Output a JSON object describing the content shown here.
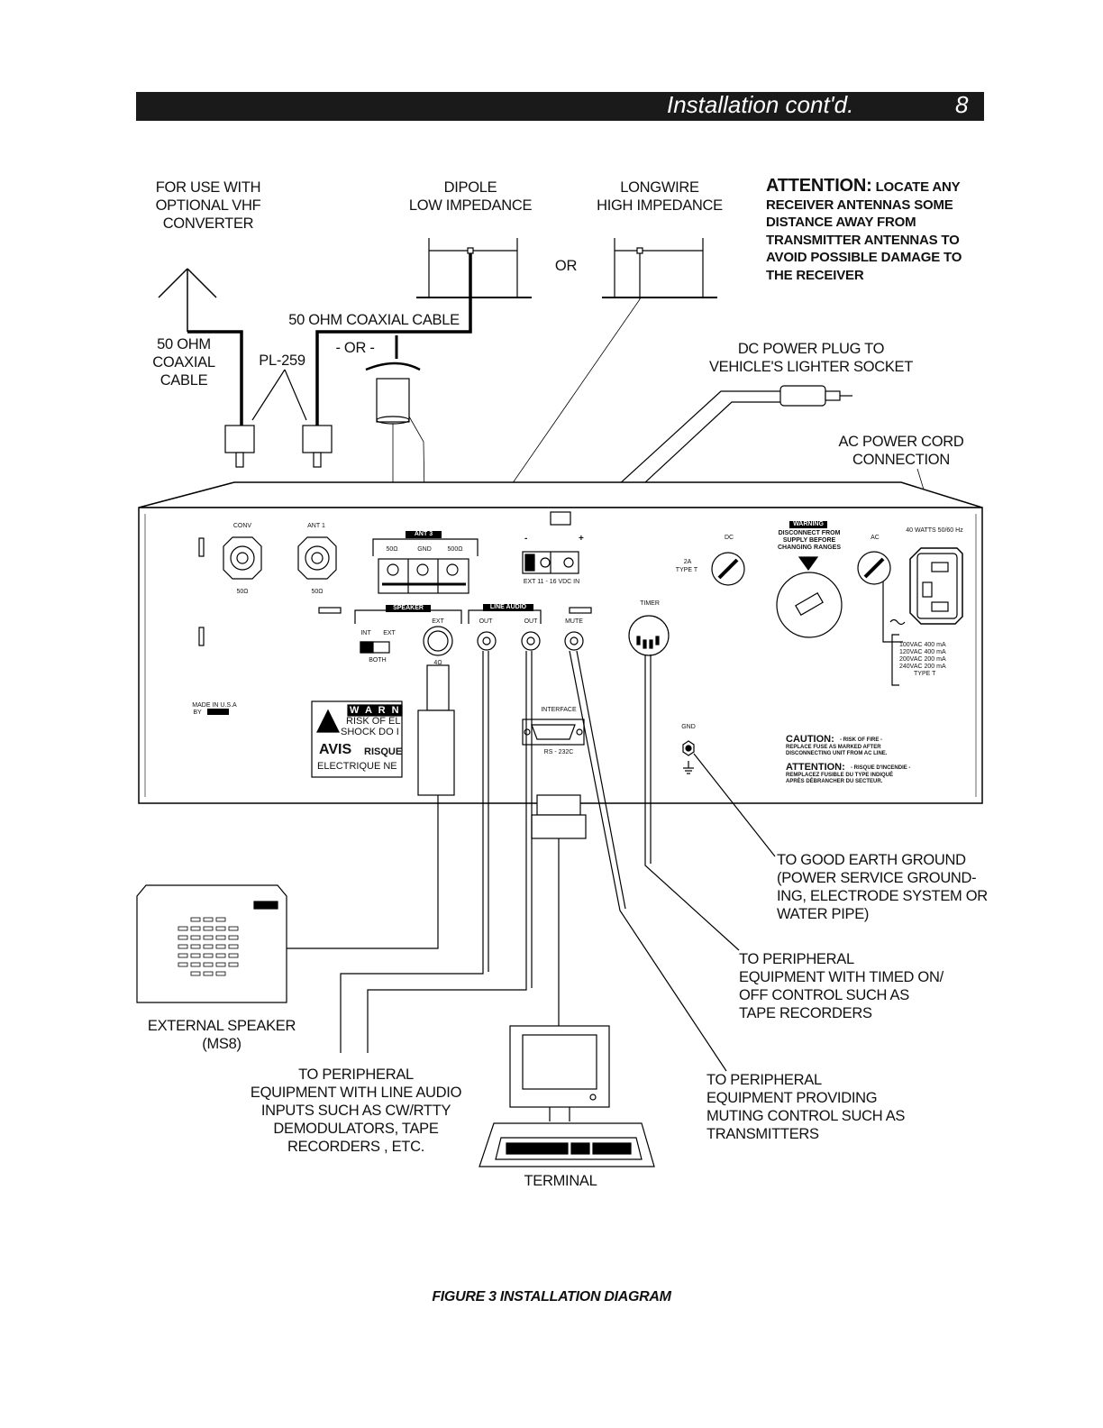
{
  "header": {
    "title": "Installation cont'd.",
    "page_number": "8"
  },
  "antenna_labels": {
    "vhf": [
      "FOR USE WITH",
      "OPTIONAL VHF",
      "CONVERTER"
    ],
    "dipole": [
      "DIPOLE",
      "LOW IMPEDANCE"
    ],
    "or_between": "OR",
    "longwire": [
      "LONGWIRE",
      "HIGH IMPEDANCE"
    ],
    "coax_50_upper": "50 OHM COAXIAL CABLE",
    "or_dash": "- OR -",
    "coax_50_left": [
      "50 OHM",
      "COAXIAL",
      "CABLE"
    ],
    "pl259": "PL-259"
  },
  "attention": {
    "heading": "ATTENTION:",
    "lead": "LOCATE ANY",
    "lines": [
      "RECEIVER ANTENNAS SOME",
      "DISTANCE AWAY FROM",
      "TRANSMITTER ANTENNAS TO",
      "AVOID POSSIBLE DAMAGE TO",
      "THE RECEIVER"
    ]
  },
  "dc_plug": [
    "DC POWER PLUG TO",
    "VEHICLE'S LIGHTER SOCKET"
  ],
  "ac_cord": [
    "AC POWER CORD",
    "CONNECTION"
  ],
  "panel": {
    "conv": "CONV",
    "ant1": "ANT 1",
    "ohm50_a": "50Ω",
    "ohm50_b": "50Ω",
    "ant3": "ANT 3",
    "ant3_50": "50Ω",
    "ant3_gnd": "GND",
    "ant3_500": "500Ω",
    "minus": "-",
    "plus": "+",
    "ext_dc": "EXT 11 - 16 VDC IN",
    "dc": "DC",
    "fuse_2a": "2A",
    "type_t": "TYPE T",
    "warning": "WARNING",
    "warning_text": [
      "DISCONNECT FROM",
      "SUPPLY BEFORE",
      "CHANGING RANGES"
    ],
    "ac": "AC",
    "watts": "40 WATTS 50/60 Hz",
    "speaker": "SPEAKER",
    "int": "INT",
    "ext_sw": "EXT",
    "both": "BOTH",
    "ext_jack": "EXT",
    "ohm4": "4Ω",
    "line_audio": "LINE AUDIO",
    "out1": "OUT",
    "out2": "OUT",
    "mute": "MUTE",
    "timer": "TIMER",
    "voltages": [
      "100VAC 400 mA",
      "120VAC 400 mA",
      "200VAC 200 mA",
      "240VAC 200 mA",
      "TYPE T"
    ],
    "made_in": "MADE IN U.S.A",
    "by": "BY",
    "warn_label": "W A R N",
    "risk": "RISK OF EL",
    "shock": "SHOCK DO I",
    "avis": "AVIS",
    "risque": "RISQUE",
    "electrique": "ELECTRIQUE NE",
    "interface": "INTERFACE",
    "rs232": "RS - 232C",
    "gnd": "GND",
    "caution_head": "CAUTION:",
    "caution_text": [
      "- RISK OF FIRE -",
      "REPLACE FUSE AS MARKED AFTER",
      "DISCONNECTING UNIT FROM AC LINE."
    ],
    "attention_head": "ATTENTION:",
    "attention_text": [
      "- RISQUE D'INCENDIE -",
      "REMPLACEZ FUSIBLE DU TYPE INDIQUÉ",
      "APRÈS DÉBRANCHER DU SECTEUR."
    ]
  },
  "bottom_labels": {
    "earth": [
      "TO GOOD EARTH GROUND",
      "(POWER SERVICE GROUND-",
      "ING, ELECTRODE SYSTEM OR",
      "WATER PIPE)"
    ],
    "timed": [
      "TO PERIPHERAL",
      "EQUIPMENT WITH TIMED ON/",
      "OFF CONTROL SUCH AS",
      "TAPE RECORDERS"
    ],
    "speaker": [
      "EXTERNAL SPEAKER",
      "(MS8)"
    ],
    "line_audio": [
      "TO PERIPHERAL",
      "EQUIPMENT WITH LINE AUDIO",
      "INPUTS SUCH AS CW/RTTY",
      "DEMODULATORS, TAPE",
      "RECORDERS , ETC."
    ],
    "muting": [
      "TO PERIPHERAL",
      "EQUIPMENT PROVIDING",
      "MUTING CONTROL SUCH AS",
      "TRANSMITTERS"
    ],
    "terminal": "TERMINAL"
  },
  "caption": "FIGURE 3  INSTALLATION DIAGRAM"
}
